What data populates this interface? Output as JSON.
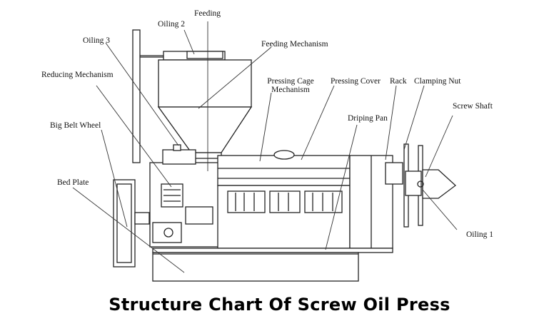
{
  "labels": {
    "feeding": "Feeding",
    "oiling2": "Oiling 2",
    "oiling3": "Oiling 3",
    "feeding_mechanism": "Feeding Mechanism",
    "reducing_mechanism": "Reducing Mechanism",
    "pressing_cage_line1": "Pressing Cage",
    "pressing_cage_line2": "Mechanism",
    "pressing_cover": "Pressing Cover",
    "rack": "Rack",
    "clamping_nut": "Clamping Nut",
    "big_belt_wheel": "Big Belt Wheel",
    "screw_shaft": "Screw Shaft",
    "driping_pan": "Driping Pan",
    "bed_plate": "Bed Plate",
    "oiling1": "Oiling 1"
  },
  "caption": "Structure Chart Of Screw Oil Press"
}
